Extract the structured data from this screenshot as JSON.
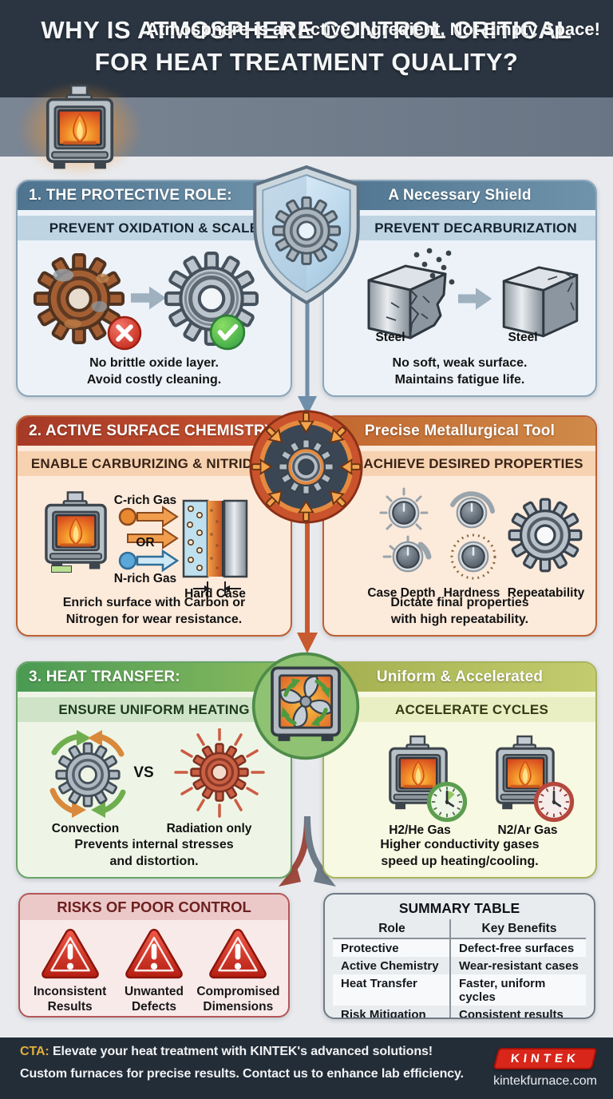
{
  "colors": {
    "header_bg": "#2b3541",
    "banner_bg": "#6e7a8a",
    "page_bg": "#e8eaee",
    "section1_accent": "#54788f",
    "section2_accent": "#bc4a2b",
    "section3_accent": "#56a05c",
    "risk_accent": "#b25757",
    "footer_bg": "#232d38",
    "cta_gold": "#e3ae3c",
    "logo_red": "#d8261b",
    "arrow_blue": "#6f8ea9",
    "arrow_orange": "#c85a2f",
    "arrow_red": "#9e4a3e",
    "arrow_gray": "#6e7b89"
  },
  "header": {
    "title": "WHY IS ATMOSPHERE CONTROL CRITICAL\nFOR HEAT TREATMENT QUALITY?"
  },
  "banner": {
    "text": "Atmosphere is an Active Ingredient, Not Empty Space!",
    "icon": "furnace-icon"
  },
  "section1": {
    "left_header": "1. THE PROTECTIVE ROLE:",
    "right_header": "A Necessary Shield",
    "center_icon": "shield-gear-icon",
    "left": {
      "subtitle": "PREVENT OXIDATION & SCALE",
      "caption": "No brittle oxide layer.\nAvoid costly cleaning."
    },
    "right": {
      "subtitle": "PREVENT DECARBURIZATION",
      "cube1_label": "Steel",
      "cube2_label": "Steel",
      "caption": "No soft, weak surface.\nMaintains fatigue life."
    }
  },
  "section2": {
    "left_header": "2. ACTIVE SURFACE CHEMISTRY:",
    "right_header": "Precise Metallurgical Tool",
    "center_icon": "gear-medallion-icon",
    "left": {
      "subtitle": "ENABLE CARBURIZING & NITRIDING",
      "gas1_label": "C-rich Gas",
      "or_label": "OR",
      "gas2_label": "N-rich Gas",
      "case_label": "Hard Case",
      "caption": "Enrich surface with Carbon or\nNitrogen for wear resistance."
    },
    "right": {
      "subtitle": "ACHIEVE DESIRED PROPERTIES",
      "knob1_label": "Case Depth",
      "knob2_label": "Hardness",
      "gear_label": "Repeatability",
      "caption": "Dictate final properties\nwith high repeatability."
    }
  },
  "section3": {
    "left_header": "3. HEAT TRANSFER:",
    "right_header": "Uniform & Accelerated",
    "center_icon": "fan-furnace-icon",
    "left": {
      "subtitle": "ENSURE UNIFORM HEATING",
      "label1": "Convection",
      "vs_label": "VS",
      "label2": "Radiation only",
      "caption": "Prevents internal stresses\nand distortion."
    },
    "right": {
      "subtitle": "ACCELERATE CYCLES",
      "label1": "H2/He Gas",
      "label2": "N2/Ar Gas",
      "caption": "Higher conductivity gases\nspeed up heating/cooling."
    }
  },
  "risks": {
    "title": "RISKS OF POOR CONTROL",
    "items": [
      {
        "icon": "warning-triangle-icon",
        "label": "Inconsistent\nResults"
      },
      {
        "icon": "warning-triangle-icon",
        "label": "Unwanted\nDefects"
      },
      {
        "icon": "warning-triangle-icon",
        "label": "Compromised\nDimensions"
      }
    ]
  },
  "summary": {
    "title": "SUMMARY TABLE",
    "col_role": "Role",
    "col_benefits": "Key Benefits",
    "rows": [
      {
        "role": "Protective",
        "benefit": "Defect-free surfaces"
      },
      {
        "role": "Active Chemistry",
        "benefit": "Wear-resistant cases"
      },
      {
        "role": "Heat Transfer",
        "benefit": "Faster, uniform cycles"
      },
      {
        "role": "Risk Mitigation",
        "benefit": "Consistent results"
      }
    ]
  },
  "footer": {
    "cta_label": "CTA:",
    "line1": "Elevate your heat treatment with KINTEK's advanced solutions!",
    "line2": "Custom furnaces for precise results. Contact us to enhance lab efficiency.",
    "logo_text": "KINTEK",
    "website": "kintekfurnace.com"
  }
}
